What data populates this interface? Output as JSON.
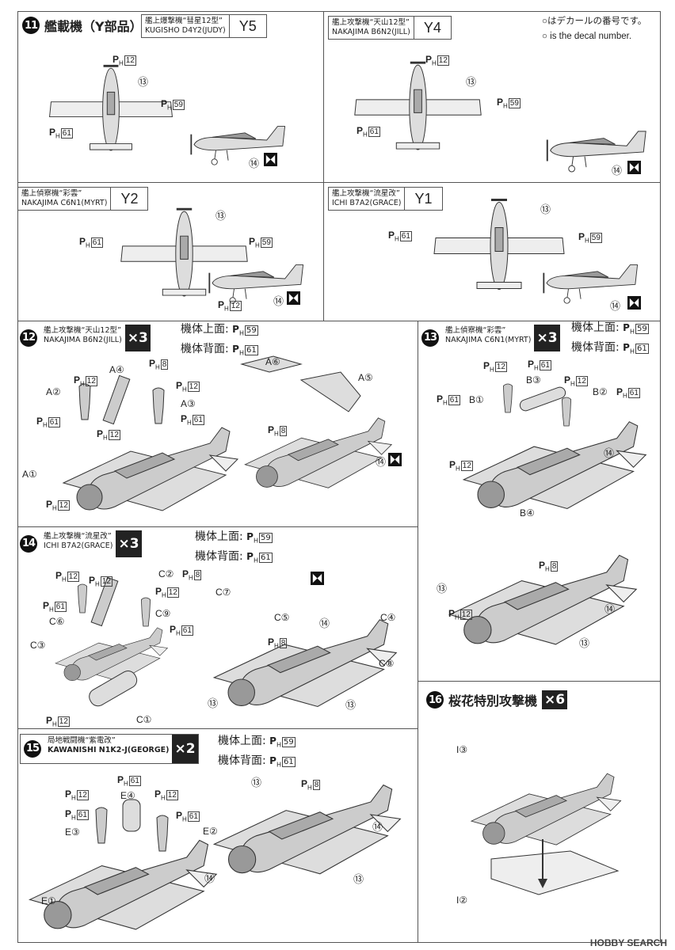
{
  "paint_prefix": "PH",
  "s11": {
    "num": "11",
    "title": "艦載機（Y部品）",
    "note_jp": "○はデカールの番号です。",
    "note_en": "○ is the decal number.",
    "a": {
      "jp": "艦上爆撃機“彗星12型”",
      "en": "KUGISHO D4Y2(JUDY)",
      "code": "Y5",
      "callouts": [
        "12",
        "⑬",
        "59",
        "61",
        "⑭"
      ]
    },
    "b": {
      "jp": "艦上攻撃機“天山12型”",
      "en": "NAKAJIMA B6N2(JILL)",
      "code": "Y4",
      "callouts": [
        "12",
        "⑬",
        "59",
        "61",
        "⑭"
      ]
    },
    "c": {
      "jp": "艦上偵察機“彩雲”",
      "en": "NAKAJIMA C6N1(MYRT)",
      "code": "Y2",
      "callouts": [
        "61",
        "⑬",
        "59",
        "12",
        "⑭"
      ]
    },
    "d": {
      "jp": "艦上攻撃機“流星改”",
      "en": "ICHI B7A2(GRACE)",
      "code": "Y1",
      "callouts": [
        "61",
        "⑬",
        "59",
        "⑭"
      ]
    }
  },
  "s12": {
    "num": "12",
    "jp": "艦上攻撃機“天山12型”",
    "en": "NAKAJIMA B6N2(JILL)",
    "qty": "×3",
    "upper_label": "機体上面:",
    "upper_paint": "59",
    "lower_label": "機体背面:",
    "lower_paint": "61",
    "callouts": [
      "A⑥",
      "A④",
      "8",
      "12",
      "12",
      "A②",
      "A③",
      "61",
      "61",
      "12",
      "A⑤",
      "8",
      "⑭",
      "A①",
      "12"
    ]
  },
  "s13": {
    "num": "13",
    "jp": "艦上偵察機“彩雲”",
    "en": "NAKAJIMA C6N1(MYRT)",
    "qty": "×3",
    "upper_label": "機体上面:",
    "upper_paint": "59",
    "lower_label": "機体背面:",
    "lower_paint": "61",
    "callouts": [
      "12",
      "61",
      "B③",
      "12",
      "B②",
      "61",
      "61",
      "B①",
      "⑭",
      "12",
      "B④",
      "8",
      "⑬",
      "⑭",
      "12",
      "⑬"
    ]
  },
  "s14": {
    "num": "14",
    "jp": "艦上攻撃機“流星改”",
    "en": "ICHI B7A2(GRACE)",
    "qty": "×3",
    "upper_label": "機体上面:",
    "upper_paint": "59",
    "lower_label": "機体背面:",
    "lower_paint": "61",
    "callouts": [
      "12",
      "12",
      "C②",
      "8",
      "12",
      "61",
      "C⑥",
      "C⑨",
      "61",
      "C③",
      "C⑦",
      "⑭",
      "C⑤",
      "C④",
      "8",
      "C⑧",
      "⑬",
      "⑬",
      "12",
      "C①"
    ]
  },
  "s15": {
    "num": "15",
    "jp": "局地戦闘機“紫電改”",
    "en": "KAWANISHI N1K2-J(GEORGE)",
    "qty": "×2",
    "upper_label": "機体上面:",
    "upper_paint": "59",
    "lower_label": "機体背面:",
    "lower_paint": "61",
    "callouts": [
      "61",
      "E④",
      "12",
      "12",
      "61",
      "61",
      "E③",
      "E②",
      "⑭",
      "E①",
      "⑬",
      "8",
      "⑭",
      "⑬"
    ]
  },
  "s16": {
    "num": "16",
    "title": "桜花特別攻撃機",
    "qty": "×6",
    "callouts": [
      "I③",
      "I②"
    ]
  },
  "watermark": "HOBBY SEARCH"
}
